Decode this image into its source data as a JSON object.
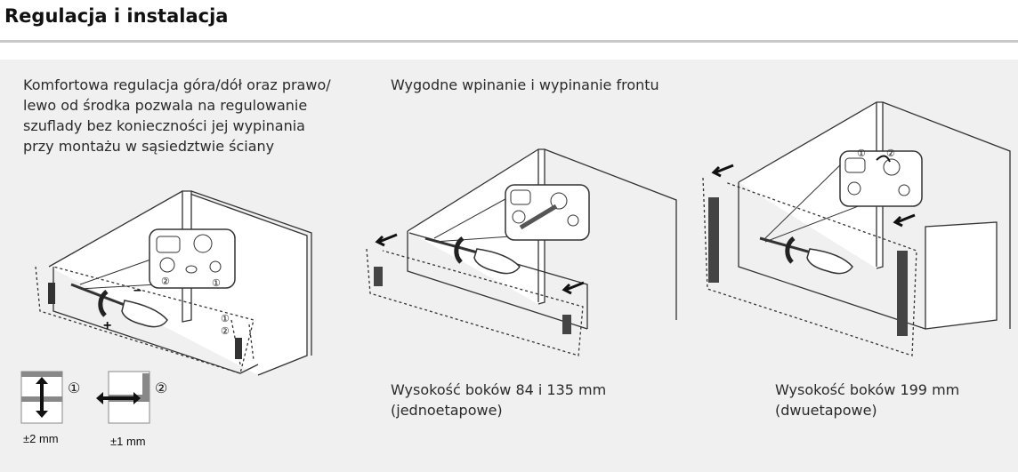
{
  "header": {
    "title": "Regulacja i instalacja"
  },
  "col1": {
    "caption": "Komfortowa regulacja góra/dół oraz prawo/\nlewo od środka pozwala na regulowanie\nszuflady bez konieczności jej wypinania\nprzy montażu w sąsiedztwie ściany",
    "adjust1": {
      "number": "①",
      "value": "±2 mm"
    },
    "adjust2": {
      "number": "②",
      "value": "±1 mm"
    },
    "callout_numbers": [
      "②",
      "①"
    ],
    "side_numbers": [
      "①",
      "②"
    ],
    "plus_sign": "+",
    "minus_sign": "–"
  },
  "col2": {
    "caption": "Wygodne wpinanie i wypinanie frontu",
    "sides_note": "Wysokość boków 84 i 135 mm\n(jednoetapowe)"
  },
  "col3": {
    "callout_numbers": [
      "①",
      "②"
    ],
    "sides_note": "Wysokość boków 199 mm\n(dwuetapowe)"
  }
}
